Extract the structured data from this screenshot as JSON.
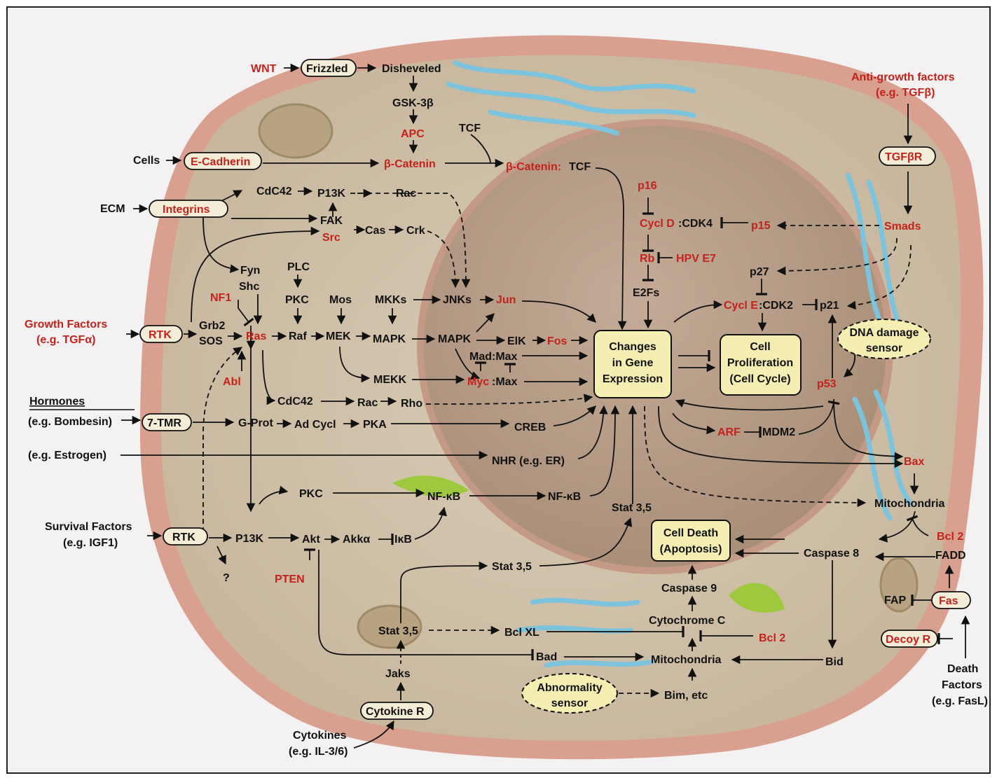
{
  "diagram": {
    "signals": {
      "wnt": "WNT",
      "cells": "Cells",
      "ecm": "ECM",
      "growth_factors": "Growth Factors",
      "growth_factors_eg": "(e.g. TGFα)",
      "hormones": "Hormones",
      "bombesin": "(e.g. Bombesin)",
      "estrogen": "(e.g. Estrogen)",
      "survival_factors": "Survival Factors",
      "survival_eg": "(e.g. IGF1)",
      "cytokines": "Cytokines",
      "cytokines_eg": "(e.g. IL-3/6)",
      "anti_growth": "Anti-growth factors",
      "anti_growth_eg": "(e.g. TGFβ)",
      "death_factors_1": "Death",
      "death_factors_2": "Factors",
      "death_factors_3": "(e.g. FasL)"
    },
    "receptors": {
      "frizzled": "Frizzled",
      "ecadherin": "E-Cadherin",
      "integrins": "Integrins",
      "rtk_growth": "RTK",
      "tmr7": "7-TMR",
      "rtk_survival": "RTK",
      "cytokine_r": "Cytokine R",
      "tgfbr": "TGFβR",
      "fas": "Fas",
      "decoy_r": "Decoy R"
    },
    "nodes": {
      "disheveled": "Disheveled",
      "gsk3b": "GSK-3β",
      "apc": "APC",
      "b_catenin": "β-Catenin",
      "tcf": "TCF",
      "b_catenin_tcf_red": "β-Catenin:",
      "b_catenin_tcf_black": "TCF",
      "cdc42_top": "CdC42",
      "p13k_top": "P13K",
      "rac_top": "Rac",
      "fak": "FAK",
      "src": "Src",
      "cas": "Cas",
      "crk": "Crk",
      "fyn": "Fyn",
      "shc": "Shc",
      "plc": "PLC",
      "pkc_top": "PKC",
      "mos": "Mos",
      "mkks": "MKKs",
      "jnks": "JNKs",
      "jun": "Jun",
      "nf1": "NF1",
      "grb2": "Grb2",
      "sos": "SOS",
      "ras": "Ras",
      "raf": "Raf",
      "mek": "MEK",
      "mapk1": "MAPK",
      "mapk2": "MAPK",
      "elk": "ElK",
      "fos": "Fos",
      "mad_max": "Mad:Max",
      "mekk": "MEKK",
      "myc": "Myc",
      "myc_max": ":Max",
      "abl": "Abl",
      "cdc42_mid": "CdC42",
      "rac_mid": "Rac",
      "rho": "Rho",
      "gprot": "G-Prot",
      "adcycl": "Ad Cycl",
      "pka": "PKA",
      "creb": "CREB",
      "nhr": "NHR (e.g. ER)",
      "pkc_low": "PKC",
      "nfkb1": "NF-κB",
      "nfkb2": "NF-κB",
      "p13k_low": "P13K",
      "akt": "Akt",
      "akka": "Akkα",
      "ikb": "IκB",
      "question": "?",
      "pten": "PTEN",
      "stat_nuc": "Stat 3,5",
      "stat_mid": "Stat 3,5",
      "stat_low": "Stat 3,5",
      "bclxl": "Bcl XL",
      "bad": "Bad",
      "jaks": "Jaks",
      "p16": "p16",
      "cycld": "Cycl D",
      "cdk4": ":CDK4",
      "p15": "p15",
      "smads": "Smads",
      "rb": "Rb",
      "hpve7": "HPV E7",
      "e2fs": "E2Fs",
      "p27": "p27",
      "cycle": "Cycl E",
      "cdk2": ":CDK2",
      "p21": "p21",
      "p53": "p53",
      "arf": "ARF",
      "mdm2": "MDM2",
      "bax": "Bax",
      "mito_upper": "Mitochondria",
      "bcl2_upper": "Bcl 2",
      "caspase8": "Caspase 8",
      "fadd": "FADD",
      "fap": "FAP",
      "caspase9": "Caspase 9",
      "cytc": "Cytochrome C",
      "bcl2_lower": "Bcl 2",
      "mito_lower": "Mitochondria",
      "bid": "Bid",
      "bim": "Bim, etc"
    },
    "boxes": {
      "gene_1": "Changes",
      "gene_2": "in Gene",
      "gene_3": "Expression",
      "prolif_1": "Cell",
      "prolif_2": "Proliferation",
      "prolif_3": "(Cell Cycle)",
      "death_1": "Cell Death",
      "death_2": "(Apoptosis)"
    },
    "sensors": {
      "dna_1": "DNA damage",
      "dna_2": "sensor",
      "abn_1": "Abnormality",
      "abn_2": "sensor"
    },
    "colors": {
      "red_label": "#c4221c",
      "cell_membrane": "#d9a08f",
      "cytoplasm": "#cfc0a8",
      "nucleus": "#b9a08a",
      "box_fill": "#f5eeb2",
      "er_blue": "#7cc4dd",
      "golgi_green": "#9ec93f"
    }
  }
}
